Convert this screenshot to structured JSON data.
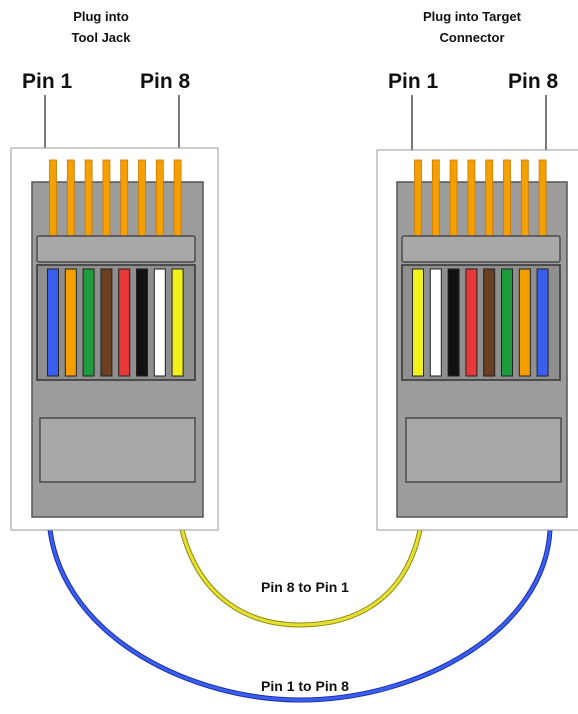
{
  "left_plug": {
    "caption_line1": "Plug into",
    "caption_line2": "Tool Jack",
    "pin_first": "Pin 1",
    "pin_last": "Pin 8",
    "wire_colors": [
      "blue",
      "orange",
      "green",
      "brown",
      "red",
      "black",
      "white",
      "yellow"
    ]
  },
  "right_plug": {
    "caption_line1": "Plug into Target",
    "caption_line2": "Connector",
    "pin_first": "Pin 1",
    "pin_last": "Pin 8",
    "wire_colors": [
      "yellow",
      "white",
      "black",
      "red",
      "brown",
      "green",
      "orange",
      "blue"
    ]
  },
  "cables": {
    "inner_label": "Pin 8 to Pin 1",
    "inner_color": "#e8e030",
    "outer_label": "Pin 1 to Pin 8",
    "outer_color": "#3a5ff0"
  },
  "palette": {
    "blue": "#3a5ff0",
    "orange": "#f5a000",
    "green": "#1f9a3c",
    "brown": "#6b3f22",
    "red": "#e8383a",
    "black": "#111111",
    "white": "#ffffff",
    "yellow": "#f2f21a",
    "contact": "#f5a000"
  }
}
